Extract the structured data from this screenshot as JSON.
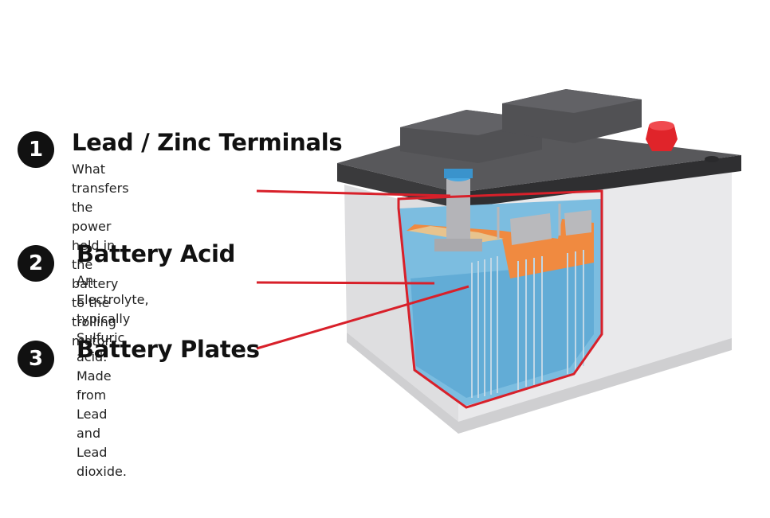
{
  "callouts": [
    {
      "number": "1",
      "title": "Lead / Zinc Terminals",
      "lines": [
        "What transfers the power",
        "held in the battery to the",
        "trolling motor."
      ]
    },
    {
      "number": "2",
      "title": "Battery Acid",
      "lines": [
        "An Electrolyte, typically",
        "Sulfuric acid."
      ]
    },
    {
      "number": "3",
      "title": "Battery Plates",
      "lines": [
        "Made from Lead",
        "and Lead dioxide."
      ]
    }
  ],
  "colors": {
    "badge": "#111111",
    "callout_line": "#d8202a",
    "acid": "#6eb4d8",
    "plates": "#f08a40",
    "case": "#e2e2e2",
    "lid": "#4d4d4f",
    "terminal_positive": "#e0242a",
    "terminal_negative": "#4aa8e0"
  }
}
